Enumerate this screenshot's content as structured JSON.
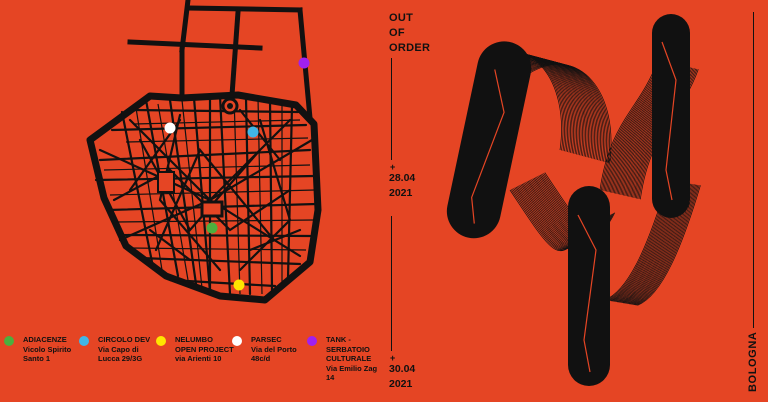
{
  "event": {
    "title_lines": [
      "OUT",
      "OF",
      "ORDER"
    ],
    "start_date": [
      "28.04",
      "2021"
    ],
    "end_date": [
      "30.04",
      "2021"
    ],
    "plus_sign": "+",
    "city": "BOLOGNA"
  },
  "venues": [
    {
      "lines": [
        "ADIACENZE",
        "Vicolo Spirito",
        "Santo 1"
      ],
      "color": "#4caf3e"
    },
    {
      "lines": [
        "CIRCOLO DEV",
        "Via Capo di",
        "Lucca 29/3G"
      ],
      "color": "#41b6e6"
    },
    {
      "lines": [
        "NELUMBO",
        "OPEN PROJECT",
        "via Arienti 10"
      ],
      "color": "#ffe600"
    },
    {
      "lines": [
        "PARSEC",
        "Via del Porto",
        "48c/d"
      ],
      "color": "#ffffff"
    },
    {
      "lines": [
        "TANK -",
        "SERBATOIO",
        "CULTURALE",
        "Via Emilio Zag",
        "14"
      ],
      "color": "#a020f0"
    }
  ],
  "colors": {
    "background": "#e54524",
    "ink": "#111111"
  }
}
